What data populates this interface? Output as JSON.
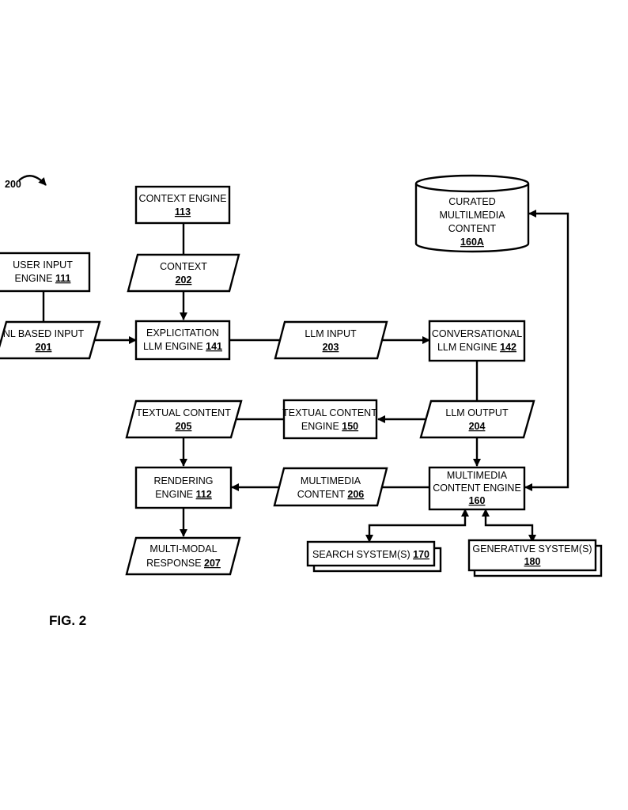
{
  "figure": {
    "ref_number": "200",
    "caption": "FIG. 2"
  },
  "nodes": {
    "context_engine": {
      "label": "CONTEXT ENGINE",
      "number": "113"
    },
    "context": {
      "label": "CONTEXT",
      "number": "202"
    },
    "user_input_engine": {
      "line1": "USER INPUT",
      "line2": "ENGINE ",
      "number": "111"
    },
    "nl_based_input": {
      "label": "NL BASED INPUT",
      "number": "201"
    },
    "explicitation_engine": {
      "line1": "EXPLICITATION",
      "line2": "LLM ENGINE ",
      "number": "141"
    },
    "llm_input": {
      "label": "LLM INPUT",
      "number": "203"
    },
    "conversational_engine": {
      "line1": "CONVERSATIONAL",
      "line2": "LLM ENGINE ",
      "number": "142"
    },
    "curated_content": {
      "line1": "CURATED",
      "line2": "MULTILMEDIA",
      "line3": "CONTENT",
      "number": "160A"
    },
    "textual_content": {
      "label": "TEXTUAL CONTENT",
      "number": "205"
    },
    "textual_content_engine": {
      "line1": "TEXTUAL CONTENT",
      "line2": "ENGINE ",
      "number": "150"
    },
    "llm_output": {
      "label": "LLM OUTPUT",
      "number": "204"
    },
    "rendering_engine": {
      "line1": "RENDERING",
      "line2": "ENGINE ",
      "number": "112"
    },
    "multimedia_content": {
      "line1": "MULTIMEDIA",
      "line2": "CONTENT ",
      "number": "206"
    },
    "multimedia_content_engine": {
      "line1": "MULTIMEDIA",
      "line2": "CONTENT ENGINE",
      "number": "160"
    },
    "multimodal_response": {
      "line1": "MULTI-MODAL",
      "line2": "RESPONSE ",
      "number": "207"
    },
    "search_systems": {
      "label": "SEARCH SYSTEM(S) ",
      "number": "170"
    },
    "generative_systems": {
      "label": "GENERATIVE  SYSTEM(S)",
      "number": "180"
    }
  }
}
